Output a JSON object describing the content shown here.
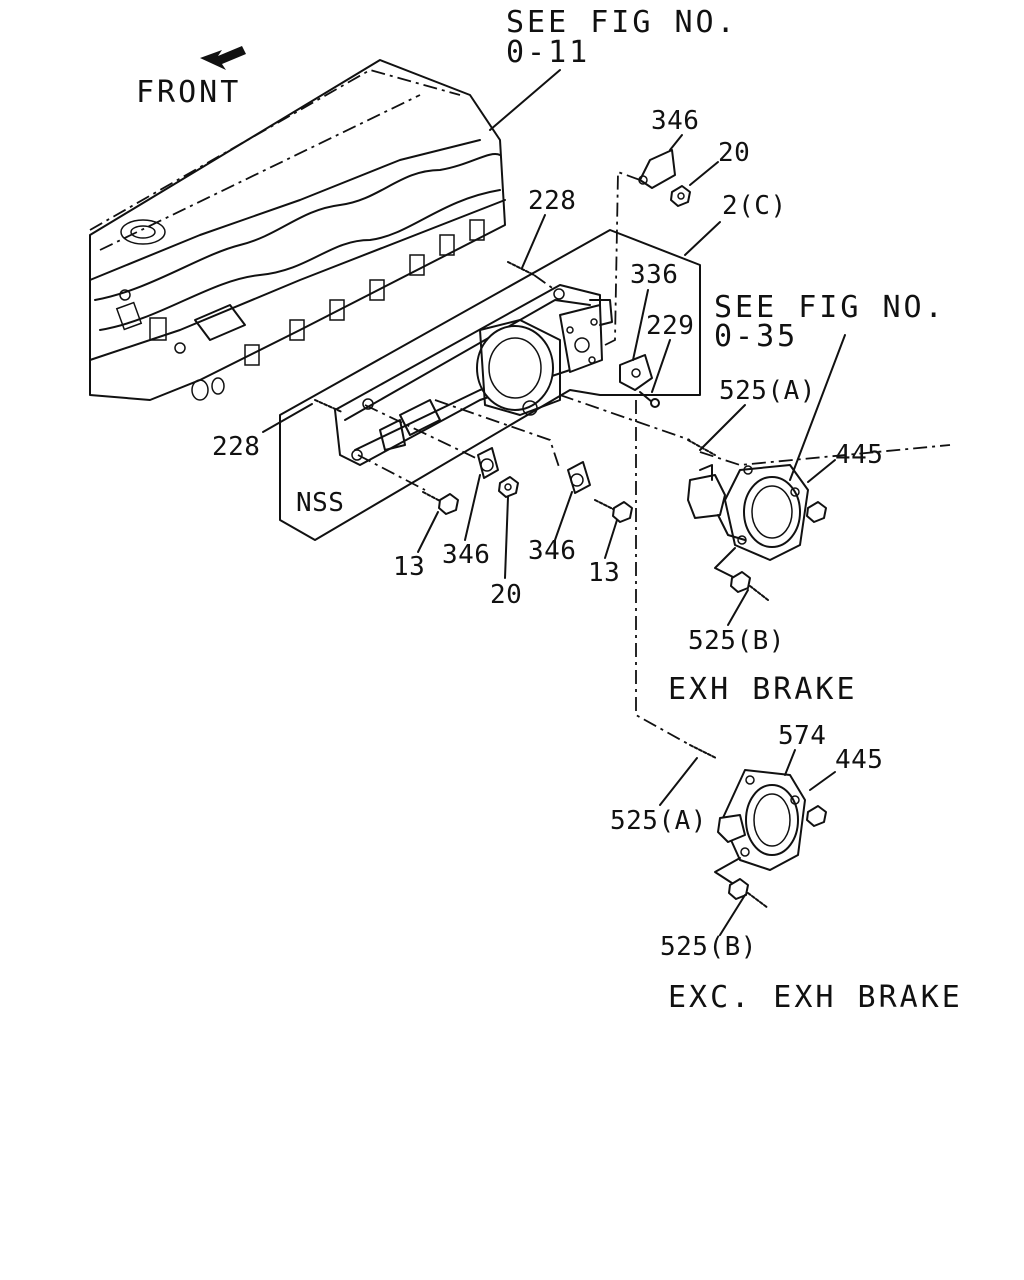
{
  "labels": {
    "front": "FRONT",
    "see_fig_011_line1": "SEE FIG NO.",
    "see_fig_011_line2": "0-11",
    "see_fig_035_line1": "SEE FIG NO.",
    "see_fig_035_line2": "0-35",
    "exh_brake": "EXH BRAKE",
    "exc_exh_brake": "EXC. EXH BRAKE",
    "nss": "NSS"
  },
  "callouts": {
    "c346_top": "346",
    "c20_top": "20",
    "c2c": "2(C)",
    "c228_top": "228",
    "c336": "336",
    "c229": "229",
    "c228_left": "228",
    "c525a_top": "525(A)",
    "c445_top": "445",
    "c13_left": "13",
    "c346_left": "346",
    "c20_bottom": "20",
    "c346_mid": "346",
    "c13_right": "13",
    "c525b_top": "525(B)",
    "c574": "574",
    "c445_bottom": "445",
    "c525a_bottom": "525(A)",
    "c525b_bottom": "525(B)"
  },
  "icons": {
    "front_arrow": "arrow-icon"
  }
}
